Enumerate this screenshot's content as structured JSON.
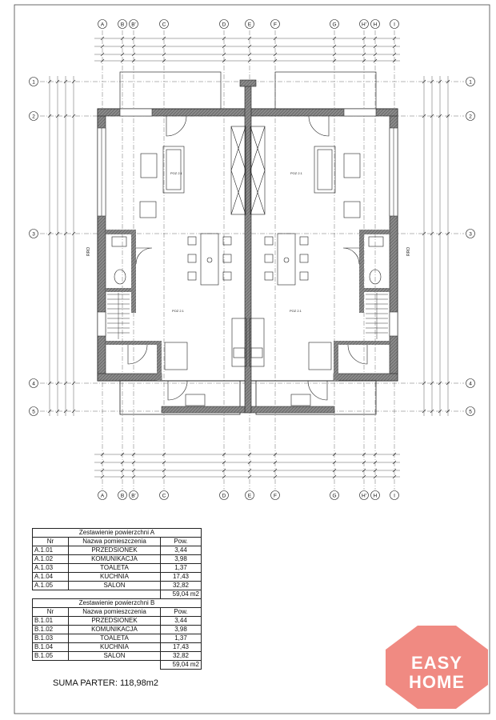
{
  "grid": {
    "columns": [
      "A",
      "B",
      "B'",
      "C",
      "D",
      "E",
      "F",
      "G",
      "H'",
      "H",
      "I"
    ],
    "rows": [
      "1",
      "2",
      "3",
      "4",
      "5"
    ]
  },
  "tableA": {
    "title": "Zestawienie powierzchni A",
    "headers": [
      "Nr",
      "Nazwa pomieszczenia",
      "Pow."
    ],
    "rows": [
      [
        "A.1.01",
        "PRZEDSIONEK",
        "3,44"
      ],
      [
        "A.1.02",
        "KOMUNIKACJA",
        "3,98"
      ],
      [
        "A.1.03",
        "TOALETA",
        "1,37"
      ],
      [
        "A.1.04",
        "KUCHNIA",
        "17,43"
      ],
      [
        "A.1.05",
        "SALON",
        "32,82"
      ]
    ],
    "total": "59,04 m2"
  },
  "tableB": {
    "title": "Zestawienie powierzchni B",
    "headers": [
      "Nr",
      "Nazwa pomieszczenia",
      "Pow."
    ],
    "rows": [
      [
        "B.1.01",
        "PRZEDSIONEK",
        "3,44"
      ],
      [
        "B.1.02",
        "KOMUNIKACJA",
        "3,98"
      ],
      [
        "B.1.03",
        "TOALETA",
        "1,37"
      ],
      [
        "B.1.04",
        "KUCHNIA",
        "17,43"
      ],
      [
        "B.1.05",
        "SALON",
        "32,82"
      ]
    ],
    "total": "59,04 m2"
  },
  "summary": "SUMA PARTER: 118,98m2",
  "logo": {
    "line1": "EASY",
    "line2": "HOME",
    "color": "#f08a82"
  },
  "colors": {
    "wall": "#6e6e6e",
    "line": "#222222"
  }
}
